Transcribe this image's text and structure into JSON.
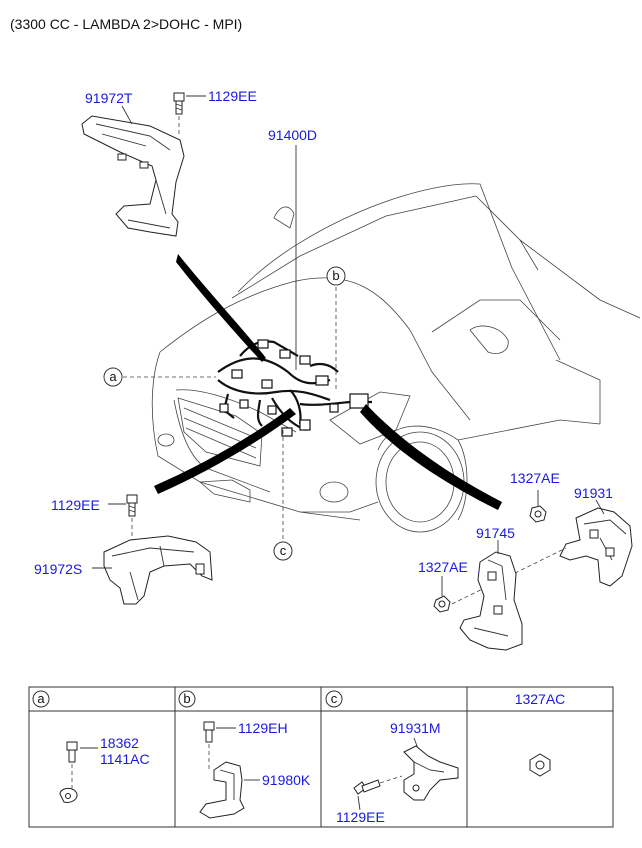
{
  "title": "(3300 CC - LAMBDA 2>DOHC - MPI)",
  "parts": {
    "p91972T": "91972T",
    "p1129EE_top": "1129EE",
    "p91400D": "91400D",
    "p1129EE_left": "1129EE",
    "p91972S": "91972S",
    "p1327AE_upper": "1327AE",
    "p91931": "91931",
    "p91745": "91745",
    "p1327AE_lower": "1327AE"
  },
  "callouts": {
    "a": "a",
    "b": "b",
    "c": "c"
  },
  "table": {
    "headers": [
      "a",
      "b",
      "c",
      "1327AC"
    ],
    "cell_a": {
      "part1": "18362",
      "part2": "1141AC"
    },
    "cell_b": {
      "part1": "1129EH",
      "part2": "91980K"
    },
    "cell_c": {
      "part1": "91931M",
      "part2": "1129EE"
    }
  }
}
